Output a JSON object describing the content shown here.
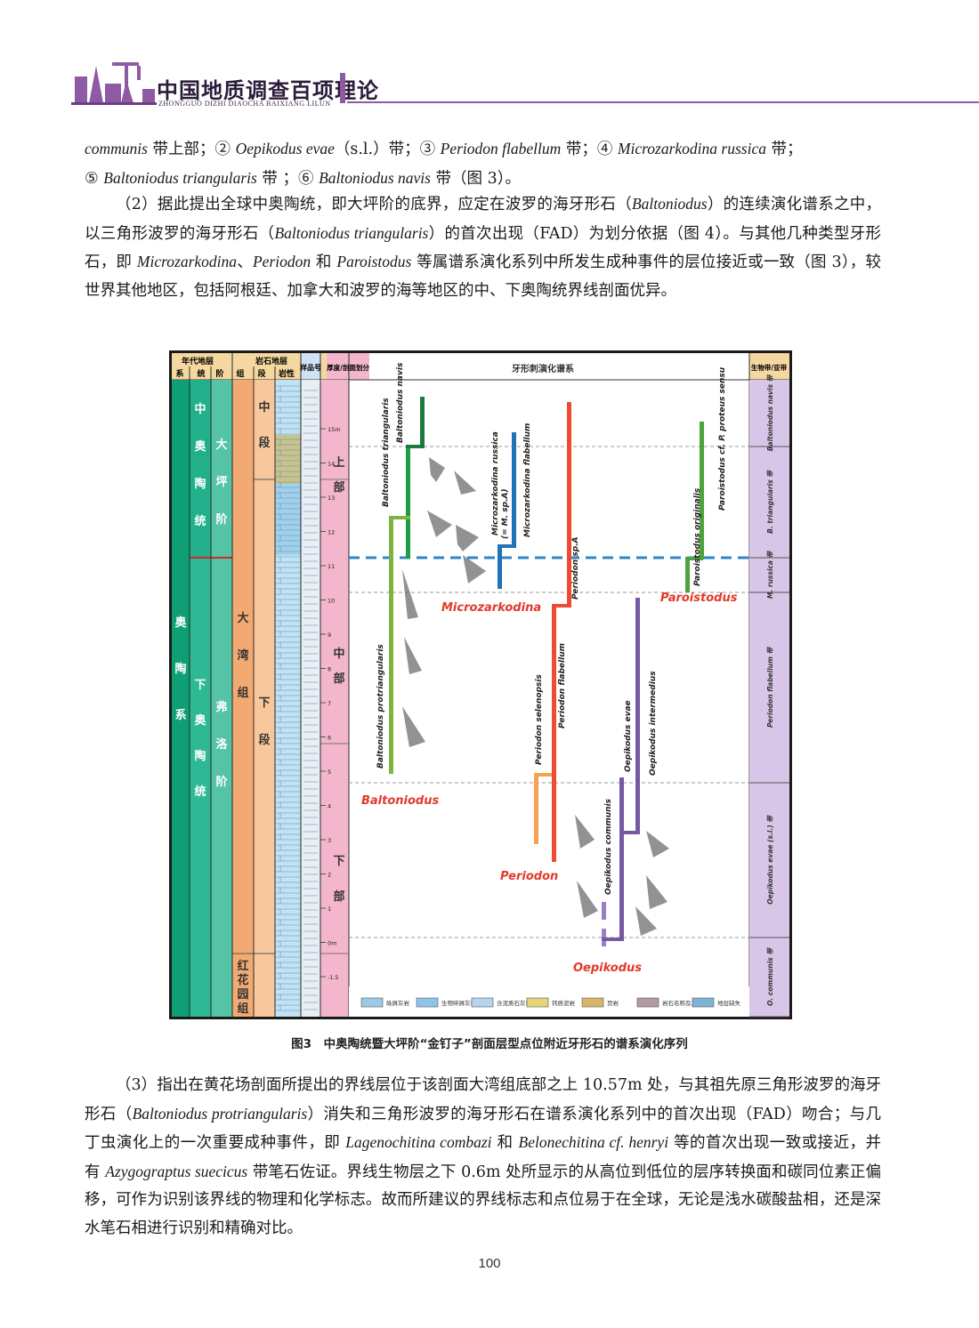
{
  "header": {
    "title": "中国地质调查百项理论",
    "pinyin": "ZHONGGUO DIZHI DIAOCHA BAIXIANG LILUN"
  },
  "paragraph1": {
    "l1_s1": "communis",
    "l1_s2": " 带上部；② ",
    "l1_s3": "Oepikodus evae",
    "l1_s4": "（s.l.）带；③ ",
    "l1_s5": "Periodon flabellum",
    "l1_s6": " 带；④ ",
    "l1_s7": "Microzarkodina russica",
    "l1_s8": " 带；",
    "l2_s1": "⑤ ",
    "l2_s2": "Baltoniodus triangularis",
    "l2_s3": " 带 ；⑥ ",
    "l2_s4": "Baltoniodus navis",
    "l2_s5": " 带（图 3）。"
  },
  "paragraph2": {
    "s1": "（2）据此提出全球中奥陶统，即大坪阶的底界，应定在波罗的海牙形石（",
    "s2": "Baltoniodus",
    "s3": "）的连续演化谱系之中，以三角形波罗的海牙形石（",
    "s4": "Baltoniodus triangularis",
    "s5": "）的首次出现（FAD）为划分依据（图 4）。与其他几种类型牙形石，即 ",
    "s6": "Microzarkodina",
    "s7": "、",
    "s8": "Periodon",
    "s9": " 和 ",
    "s10": "Paroistodus",
    "s11": " 等属谱系演化系列中所发生成种事件的层位接近或一致（图 3），较世界其他地区，包括阿根廷、加拿大和波罗的海等地区的中、下奥陶统界线剖面优异。"
  },
  "figure": {
    "col_headers": {
      "chrono": "年代地层",
      "system": "系",
      "series": "统",
      "stage": "阶",
      "litho": "岩石地层",
      "formation": "组",
      "member": "段",
      "lithology": "岩性",
      "sample": "样品号",
      "thickness": "厚度/剖面划分",
      "lineage": "牙形刺演化谱系",
      "zone": "生物带/亚带"
    },
    "system": [
      "奥",
      "陶",
      "系"
    ],
    "series_middle": [
      "中",
      "奥",
      "陶",
      "统"
    ],
    "series_lower": [
      "下",
      "奥",
      "陶",
      "统"
    ],
    "stage_dapingian": [
      "大",
      "坪",
      "阶"
    ],
    "stage_floian": [
      "弗",
      "洛",
      "阶"
    ],
    "formation_dawan": [
      "大",
      "湾",
      "组"
    ],
    "formation_honghuayuan": [
      "红",
      "花",
      "园",
      "组"
    ],
    "member_middle": [
      "中",
      "段"
    ],
    "member_lower": [
      "下",
      "段"
    ],
    "part_upper": [
      "上",
      "部"
    ],
    "part_middle": [
      "中",
      "部"
    ],
    "part_lower": [
      "下",
      "部"
    ],
    "thickness_labels": [
      "15m",
      "14",
      "13",
      "12",
      "11",
      "10",
      "9",
      "8",
      "7",
      "6",
      "5",
      "4",
      "3",
      "2",
      "1",
      "0m",
      "-1.5"
    ],
    "genera": {
      "baltoniodus": "Baltoniodus",
      "microzarkodina": "Microzarkodina",
      "periodon": "Periodon",
      "oepikodus": "Oepikodus",
      "paroistodus": "Paroistodus"
    },
    "species": {
      "b_navis": "Baltoniodus navis",
      "b_triangularis": "Baltoniodus triangularis",
      "b_protriangularis": "Baltoniodus protriangularis",
      "m_russica": "Microzarkodina russica",
      "m_sp": "(= M. sp.A)",
      "m_flabellum": "Microzarkodina flabellum",
      "p_sp": "Periodon sp.A",
      "p_flabellum": "Periodon flabellum",
      "p_selenopsis": "Periodon selenopsis",
      "o_intermedius": "Oepikodus intermedius",
      "o_evae": "Oepikodus evae",
      "o_communis": "Oepikodus communis",
      "pa_proteus": "Paroistodus cf. P. proteus sensu",
      "pa_originalis": "Paroistodus originalis"
    },
    "zones": {
      "navis": "Baltoniodus navis 带",
      "triangularis": "B. triangularis 带",
      "russica": "M. russica 带",
      "flabellum": "Periodon flabellum 带",
      "evae": "Oepikodus evae (s.l.) 带",
      "communis": "O. communis 带"
    },
    "legend": [
      "砾屑灰岩",
      "生物碎屑灰岩",
      "含泥质石灰岩",
      "钙质泥岩",
      "页岩",
      "岩石名称及灰岩",
      "地层缺失"
    ],
    "colors": {
      "system": "#0f9f74",
      "series_middle": "#22b08a",
      "series_lower": "#2fb894",
      "stage": "#55c3a5",
      "formation": "#f3aa72",
      "member": "#f8c79c",
      "thickness": "#f4b6cc",
      "zone": "#c5aedb",
      "baltoniodus": "#7fb341",
      "navis": "#1b7a3d",
      "microzarkodina": "#1f73b8",
      "periodon": "#ee4b32",
      "oepikodus": "#7559a4",
      "paroistodus": "#4ea33f",
      "boundary": "#2f86c8",
      "genus_label": "#e03a2a"
    }
  },
  "caption": "图3　中奥陶统暨大坪阶“金钉子”剖面层型点位附近牙形石的谱系演化序列",
  "paragraph3": {
    "s1": "（3）指出在黄花场剖面所提出的界线层位于该剖面大湾组底部之上 10.57m 处，与其祖先原三角形波罗的海牙形石（",
    "s2": "Baltoniodus protriangularis",
    "s3": "）消失和三角形波罗的海牙形石在谱系演化系列中的首次出现（FAD）吻合；与几丁虫演化上的一次重要成种事件，即 ",
    "s4": "Lagenochitina combazi",
    "s5": " 和 ",
    "s6": "Belonechitina cf. henryi",
    "s7": " 等的首次出现一致或接近，并有 ",
    "s8": "Azygograptus suecicus",
    "s9": " 带笔石佐证。界线生物层之下 0.6m 处所显示的从高位到低位的层序转换面和碳同位素正偏移，可作为识别该界线的物理和化学标志。故而所建议的界线标志和点位易于在全球，无论是浅水碳酸盐相，还是深水笔石相进行识别和精确对比。"
  },
  "page_number": "100"
}
